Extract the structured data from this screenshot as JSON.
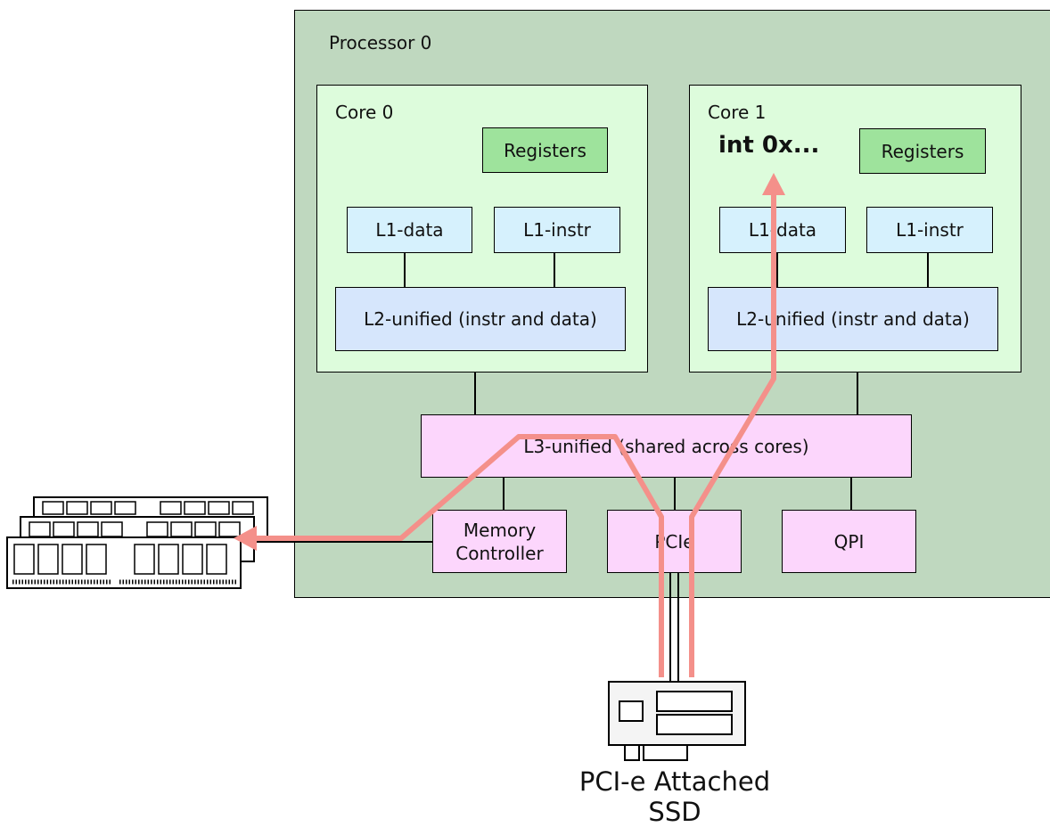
{
  "processor": {
    "label": "Processor 0"
  },
  "cores": [
    {
      "label": "Core 0",
      "registers": "Registers",
      "l1_data": "L1-data",
      "l1_instr": "L1-instr",
      "l2": "L2-unified (instr and data)"
    },
    {
      "label": "Core 1",
      "registers": "Registers",
      "l1_data": "L1-data",
      "l1_instr": "L1-instr",
      "l2": "L2-unified (instr and data)",
      "interrupt_text": "int 0x..."
    }
  ],
  "l3": {
    "label": "L3-unified (shared across cores)"
  },
  "memory_controller": {
    "line1": "Memory",
    "line2": "Controller"
  },
  "pcie": {
    "label": "PCIe"
  },
  "qpi": {
    "label": "QPI"
  },
  "ssd": {
    "line1": "PCI-e Attached",
    "line2": "SSD"
  },
  "colors": {
    "processor_bg": "#bfd8bf",
    "core_bg": "#ddfcdc",
    "registers_bg": "#9ee39c",
    "l1_bg": "#d6f1fd",
    "l2_bg": "#d6e6fc",
    "l3_bg": "#fcd6fc",
    "path_highlight": "#f4908a"
  },
  "icons": {
    "memory": "ram-modules-icon",
    "ssd": "pcie-card-icon"
  }
}
